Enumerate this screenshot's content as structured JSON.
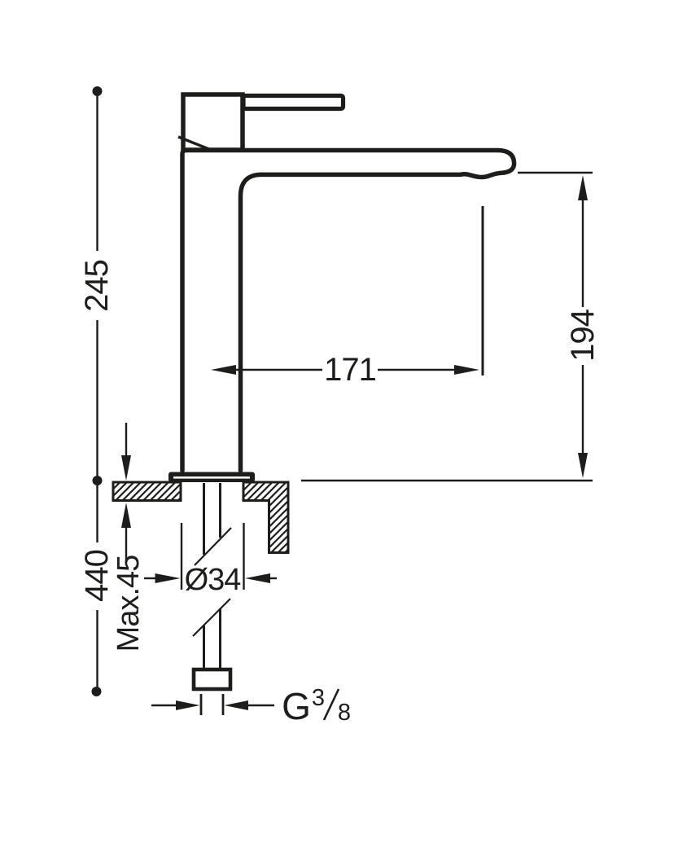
{
  "drawing": {
    "colors": {
      "ink": "#1d1d1b",
      "background": "#ffffff"
    },
    "dimensions": {
      "overall_height": "245",
      "outlet_height": "194",
      "spout_reach": "171",
      "supply_length": "440",
      "max_deck_thickness": "Max.45",
      "hole_diameter": "Ø34",
      "thread_letter": "G",
      "thread_numerator": "3",
      "thread_denominator": "8"
    }
  }
}
